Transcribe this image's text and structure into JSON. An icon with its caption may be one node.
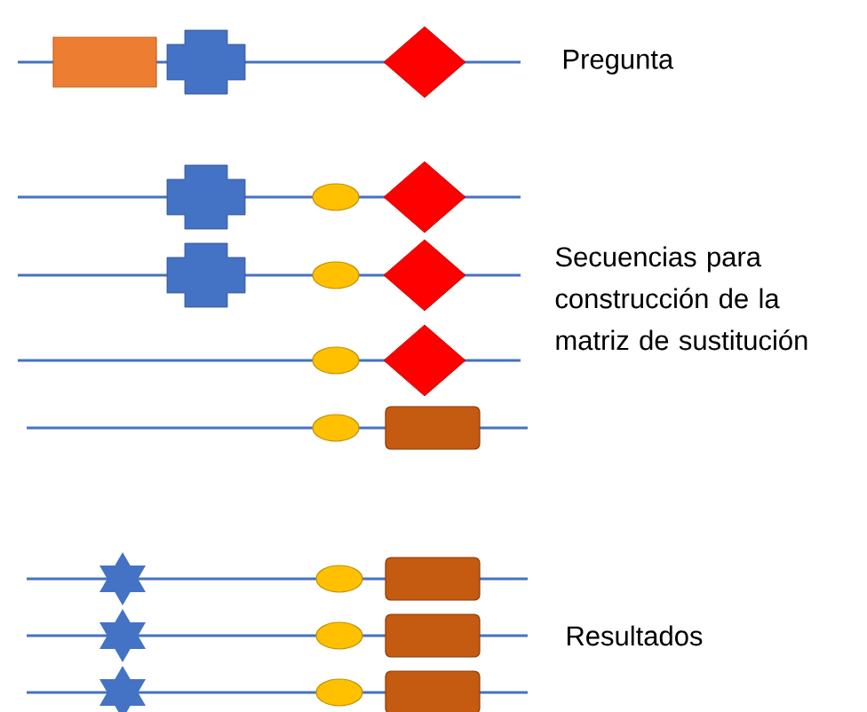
{
  "diagram": {
    "labels": [
      "Pregunta",
      "Secuencias para construcción de la matriz de sustitución",
      "Resultados"
    ]
  }
}
